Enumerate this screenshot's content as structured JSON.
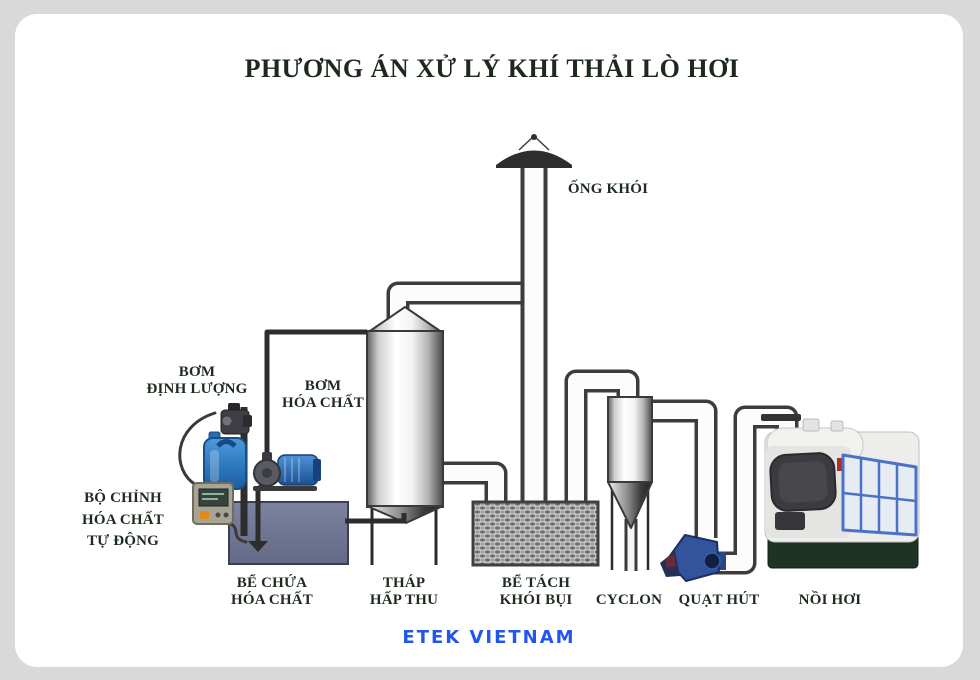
{
  "title": "PHƯƠNG ÁN XỬ LÝ KHÍ THẢI LÒ HƠI",
  "footer": {
    "brand": "ETEK VIETNAM"
  },
  "labels": {
    "chimney": "ỐNG KHÓI",
    "dosing_pump": [
      "BƠM",
      "ĐỊNH LƯỢNG"
    ],
    "chemical_pump": [
      "BƠM",
      "HÓA CHẤT"
    ],
    "auto_controller": [
      "BỘ CHỈNH",
      "HÓA CHẤT",
      "TỰ ĐỘNG"
    ],
    "chemical_tank": [
      "BỂ CHỨA",
      "HÓA CHẤT"
    ],
    "absorption_tower": [
      "THÁP",
      "HẤP THU"
    ],
    "dust_separator": [
      "BỂ TÁCH",
      "KHÓI BỤI"
    ],
    "cyclone": "CYCLON",
    "exhaust_fan": "QUẠT HÚT",
    "boiler": "NỒI HƠI"
  },
  "colors": {
    "background": "#d9d9d9",
    "card": "#ffffff",
    "label_text": "#1f2b1f",
    "brand_blue": "#2156ee",
    "pipe_outline": "#3c3c3c",
    "pipe_fill": "#fcfcfc",
    "tank_fill": "#6f7590",
    "equipment_blue": "#2f6fc0",
    "boiler_base_green": "#1d3425",
    "panel_frame_blue": "#4a73c8"
  }
}
